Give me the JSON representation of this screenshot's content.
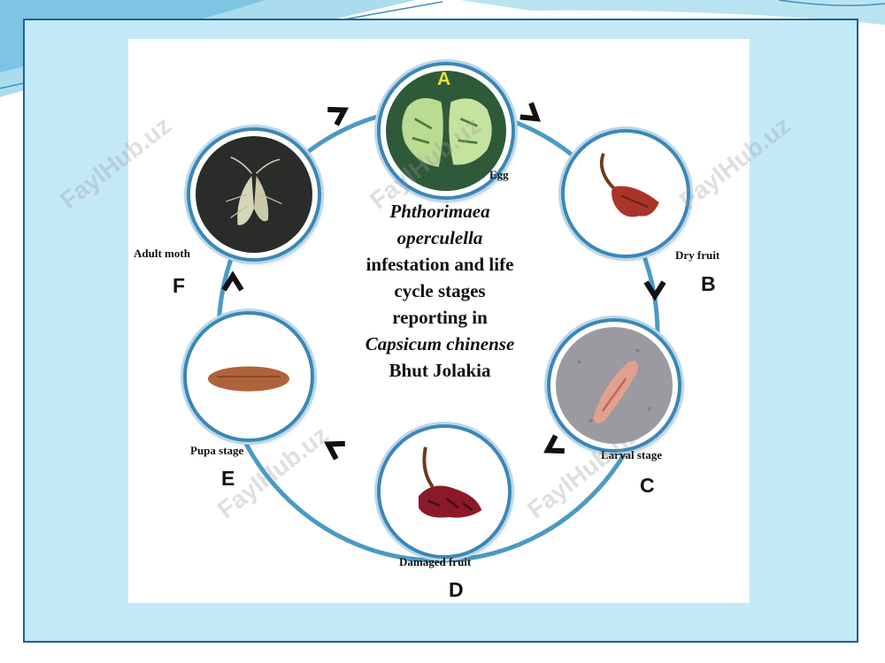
{
  "diagram": {
    "title_lines": [
      {
        "text": "Phthorimaea",
        "italic": true
      },
      {
        "text": "operculella",
        "italic": true
      },
      {
        "text": "infestation and life",
        "italic": false
      },
      {
        "text": "cycle stages",
        "italic": false
      },
      {
        "text": "reporting in",
        "italic": false
      },
      {
        "text": "Capsicum chinense",
        "italic": true
      },
      {
        "text": "Bhut Jolakia",
        "italic": false
      }
    ],
    "stages": [
      {
        "letter": "A",
        "caption": "Egg"
      },
      {
        "letter": "B",
        "caption": "Dry fruit"
      },
      {
        "letter": "C",
        "caption": "Larval stage"
      },
      {
        "letter": "D",
        "caption": "Damaged fruit"
      },
      {
        "letter": "E",
        "caption": "Pupa stage"
      },
      {
        "letter": "F",
        "caption": "Adult moth"
      }
    ],
    "ring_color": "#4a9ac4",
    "frame_color": "#1f5f96",
    "panel_color": "#c4e9f6",
    "watermark": "FaylHub.uz"
  }
}
